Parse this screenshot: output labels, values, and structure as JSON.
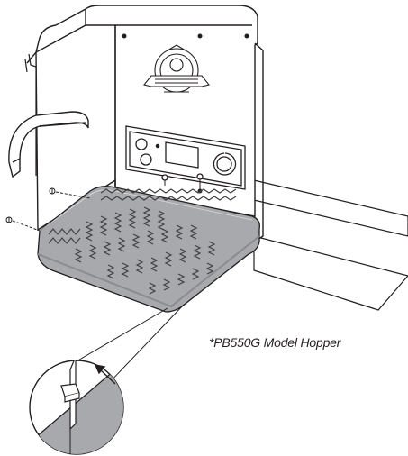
{
  "caption": "*PB550G Model Hopper",
  "colors": {
    "line": "#231f20",
    "tray_fill": "#a7a9ac",
    "tray_shadow": "#8a8c8e",
    "hatch": "#414042",
    "paper": "#ffffff"
  },
  "parts": {
    "hopper_body": "hopper-body",
    "handle": "side-handle",
    "logo": "badge-logo",
    "control_panel": "control-panel",
    "grill_rail": "grill-side-rail",
    "drip_tray": "bottom-tray",
    "screws": "mounting-screws",
    "detail": "clip-detail-callout"
  }
}
